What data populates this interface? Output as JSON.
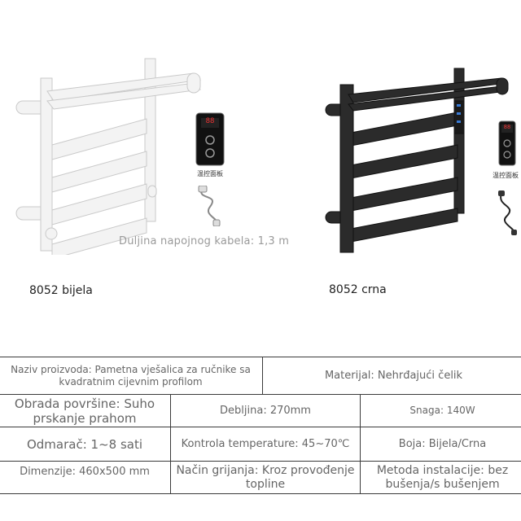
{
  "products": [
    {
      "caption": "8052 bijela",
      "color": "#f1f1f1"
    },
    {
      "caption": "8052 crna",
      "color": "#2a2a2a"
    }
  ],
  "cable_note": "Duljina napojnog kabela: 1,3 m",
  "remote_label": "温控面板",
  "remote_display": "88",
  "specs": {
    "naziv": "Naziv proizvoda: Pametna vješalica za ručnike sa kvadratnim cijevnim profilom",
    "materijal": "Materijal: Nehrđajući čelik",
    "obrada": "Obrada površine: Suho prskanje prahom",
    "debljina": "Debljina: 270mm",
    "snaga": "Snaga: 140W",
    "odmarac": "Odmarač: 1~8 sati",
    "kontrola": "Kontrola temperature: 45~70℃",
    "boja": "Boja: Bijela/Crna",
    "dimenzije": "Dimenzije: 460x500 mm",
    "nacin": "Način grijanja: Kroz provođenje topline",
    "metoda": "Metoda instalacije: bez bušenja/s bušenjem"
  }
}
